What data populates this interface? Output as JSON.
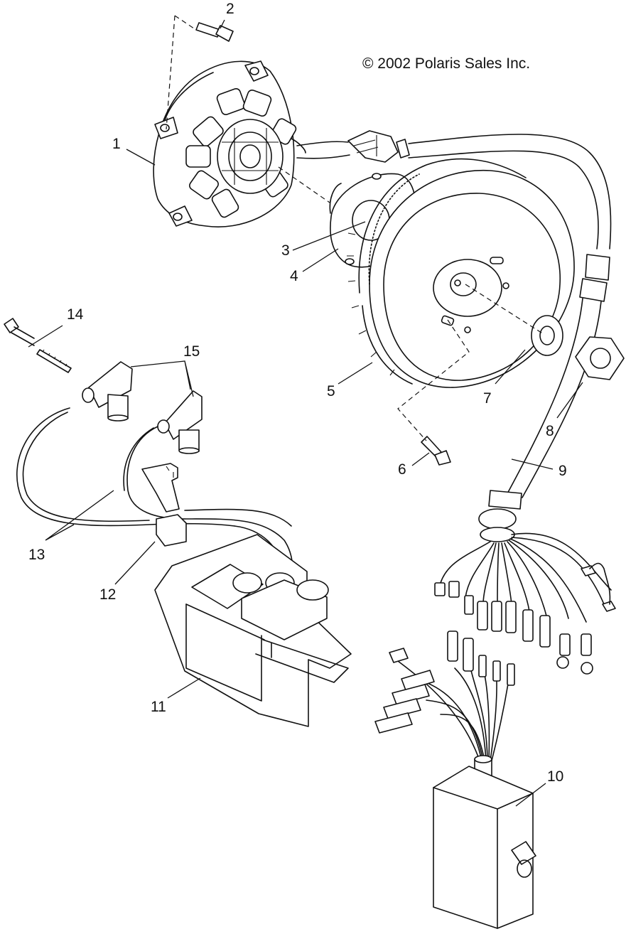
{
  "copyright": "© 2002 Polaris Sales Inc.",
  "callouts": {
    "c1": "1",
    "c2": "2",
    "c3": "3",
    "c4": "4",
    "c5": "5",
    "c6": "6",
    "c7": "7",
    "c8": "8",
    "c9": "9",
    "c10": "10",
    "c11": "11",
    "c12": "12",
    "c13": "13",
    "c14": "14",
    "c15": "15"
  }
}
